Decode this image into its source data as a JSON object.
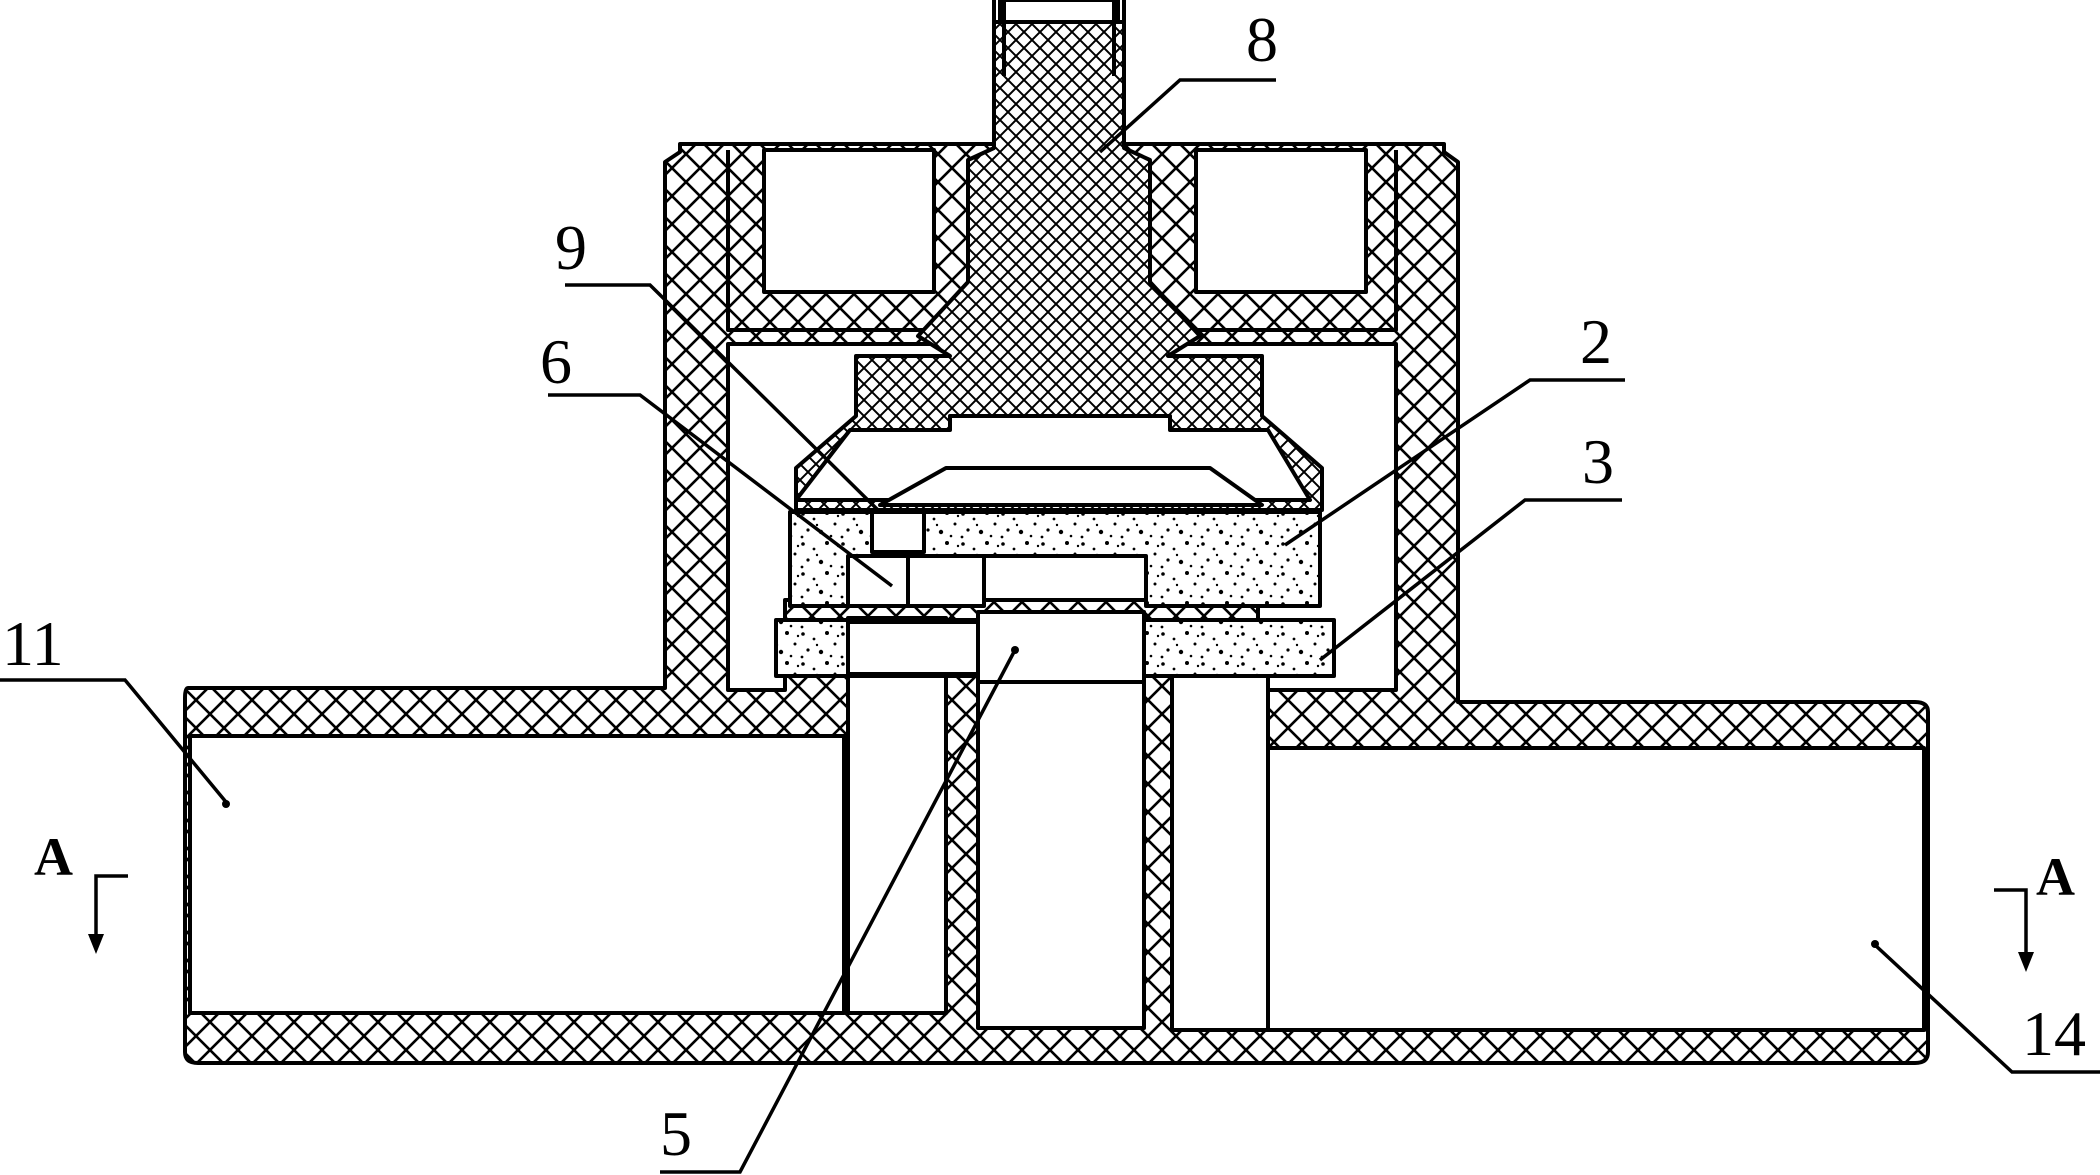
{
  "labels": {
    "part_8": "8",
    "part_9": "9",
    "part_6": "6",
    "part_2": "2",
    "part_3": "3",
    "part_5": "5",
    "part_11": "11",
    "part_14": "14",
    "section_left": "A",
    "section_right": "A"
  },
  "colors": {
    "line": "#000000",
    "paper": "#ffffff",
    "hatch": "#000000",
    "stipple": "#000000"
  },
  "figure_type": "mechanical cross-section drawing",
  "hatch_patterns": [
    "cross-hatch",
    "stipple"
  ]
}
